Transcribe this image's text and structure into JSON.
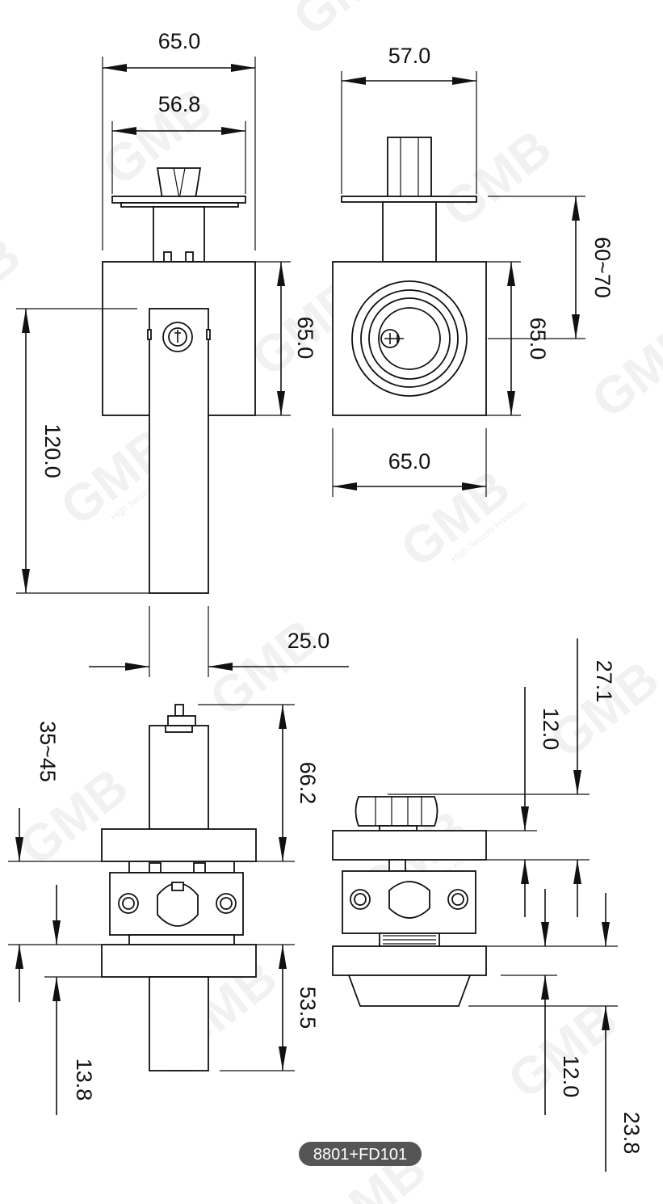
{
  "model_label": "8801+FD101",
  "watermark": {
    "brand": "GMB",
    "tagline": "High Security Hardware"
  },
  "dimensions": {
    "front_total_width": "65.0",
    "front_plate_width": "56.8",
    "side_total_width": "57.0",
    "side_projection": "60~70",
    "front_body_height": "65.0",
    "side_body_height": "65.0",
    "side_body_width": "65.0",
    "lever_length": "120.0",
    "lever_width": "25.0",
    "door_thickness": "35~45",
    "cylinder_height": "66.2",
    "bottom_offset": "13.8",
    "bottom_cylinder": "53.5",
    "right_top_total": "27.1",
    "right_top_gap": "12.0",
    "right_bottom_gap": "12.0",
    "right_bottom_total": "23.8"
  },
  "colors": {
    "line": "#111111",
    "label_bg": "#555555",
    "watermark": "#000000"
  }
}
